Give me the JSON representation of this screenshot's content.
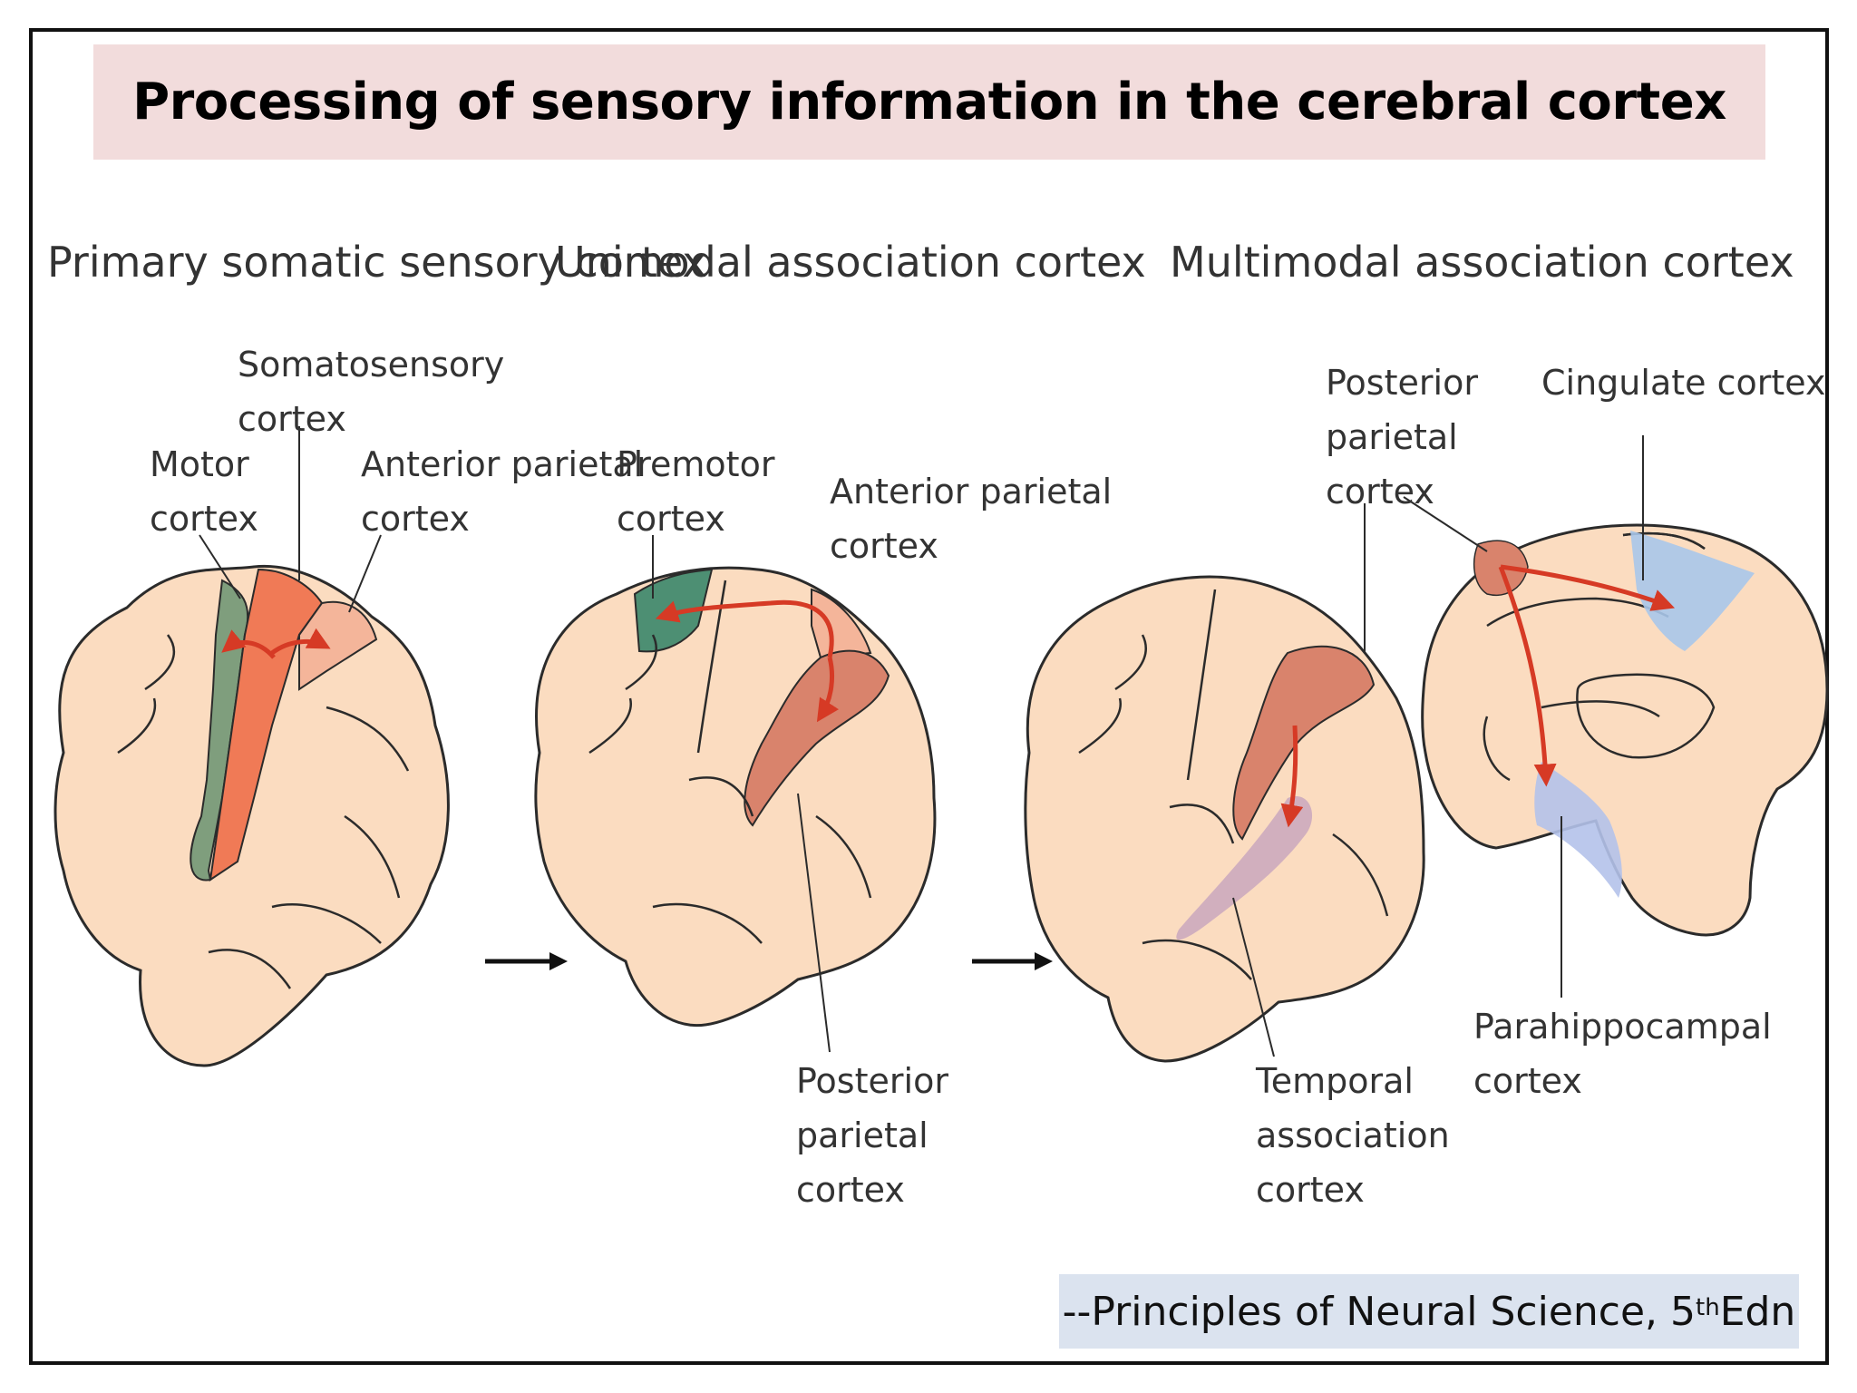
{
  "title": "Processing of sensory information in the cerebral cortex",
  "panels": [
    {
      "heading": "Primary somatic sensory cortex",
      "labels": {
        "somatosensory": [
          "Somatosensory",
          "cortex"
        ],
        "motor": [
          "Motor",
          "cortex"
        ],
        "anterior_parietal": [
          "Anterior parietal",
          "cortex"
        ]
      }
    },
    {
      "heading": "Unimodal association cortex",
      "labels": {
        "premotor": [
          "Premotor",
          "cortex"
        ],
        "anterior_parietal": [
          "Anterior parietal",
          "cortex"
        ],
        "posterior_parietal": [
          "Posterior",
          "parietal",
          "cortex"
        ]
      }
    },
    {
      "heading": "Multimodal association cortex",
      "labels": {
        "posterior_parietal": [
          "Posterior",
          "parietal",
          "cortex"
        ],
        "cingulate": [
          "Cingulate cortex"
        ],
        "temporal": [
          "Temporal",
          "association",
          "cortex"
        ],
        "parahippocampal": [
          "Parahippocampal",
          "cortex"
        ]
      }
    }
  ],
  "citation": {
    "prefix": "--Principles of Neural Science, 5",
    "sup": "th",
    "suffix": " Edn"
  },
  "colors": {
    "brain": "#fbdcc0",
    "outline": "#2b2b2b",
    "motor": "#7f9e7d",
    "somatosensory": "#f07a56",
    "anterior_parietal": "#f4b59a",
    "premotor": "#4d8f73",
    "posterior_parietal": "#d9836c",
    "temporal": "#c9a7bd",
    "cingulate": "#a9c6ea",
    "parahippocampal": "#b4c2ea",
    "arrow": "#d63a25"
  }
}
